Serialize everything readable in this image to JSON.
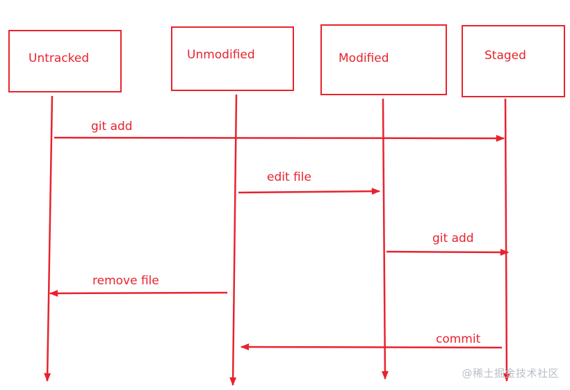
{
  "diagram": {
    "states": [
      {
        "id": "untracked",
        "label": "Untracked"
      },
      {
        "id": "unmodified",
        "label": "Unmodified"
      },
      {
        "id": "modified",
        "label": "Modified"
      },
      {
        "id": "staged",
        "label": "Staged"
      }
    ],
    "transitions": [
      {
        "label": "git add",
        "from": "untracked",
        "to": "staged"
      },
      {
        "label": "edit file",
        "from": "unmodified",
        "to": "modified"
      },
      {
        "label": "git add",
        "from": "modified",
        "to": "staged"
      },
      {
        "label": "remove file",
        "from": "unmodified",
        "to": "untracked"
      },
      {
        "label": "commit",
        "from": "staged",
        "to": "unmodified"
      }
    ]
  },
  "watermark": "@稀土掘金技术社区",
  "colors": {
    "line": "#e8222d",
    "text": "#e8222d",
    "background": "#ffffff"
  }
}
